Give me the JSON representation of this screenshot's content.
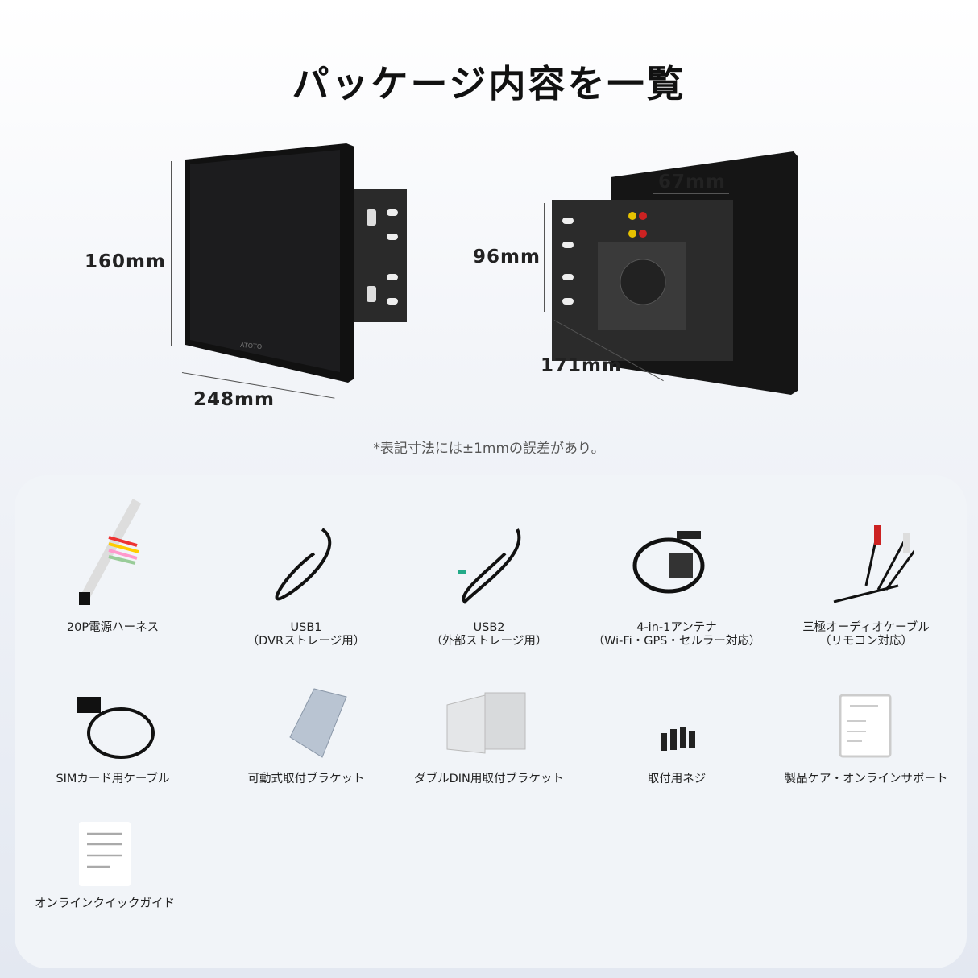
{
  "title": "パッケージ内容を一覧",
  "dimensions": {
    "front_height": "160mm",
    "front_width": "248mm",
    "rear_height": "96mm",
    "rear_width": "67mm",
    "rear_depth": "171mm"
  },
  "device_logo": "ATOTO",
  "note": "*表記寸法には±1mmの誤差があり。",
  "items": [
    {
      "label": "20P電源ハーネス",
      "sub": ""
    },
    {
      "label": "USB1",
      "sub": "（DVRストレージ用）"
    },
    {
      "label": "USB2",
      "sub": "（外部ストレージ用）"
    },
    {
      "label": "4-in-1アンテナ",
      "sub": "（Wi-Fi・GPS・セルラー対応）"
    },
    {
      "label": "三極オーディオケーブル",
      "sub": "（リモコン対応）"
    },
    {
      "label": "SIMカード用ケーブル",
      "sub": ""
    },
    {
      "label": "可動式取付ブラケット",
      "sub": ""
    },
    {
      "label": "ダブルDIN用取付ブラケット",
      "sub": ""
    },
    {
      "label": "取付用ネジ",
      "sub": ""
    },
    {
      "label": "製品ケア・オンラインサポート",
      "sub": ""
    },
    {
      "label": "オンラインクイックガイド",
      "sub": ""
    }
  ]
}
